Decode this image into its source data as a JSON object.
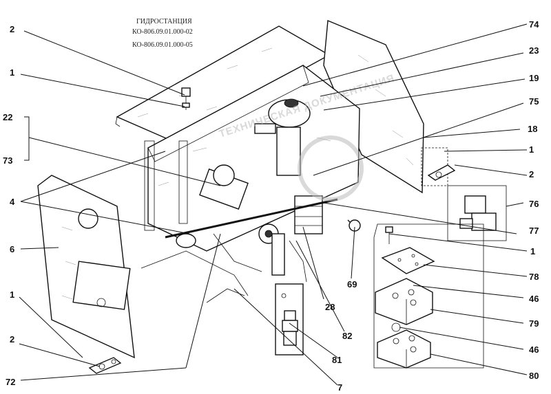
{
  "title": {
    "line1": "ГИДРОСТАНЦИЯ",
    "line2": "КО-806.09.01.000-02",
    "line3": "КО-806.09.01.000-05"
  },
  "watermark": {
    "text": "ТЕХНИЧЕСКАЯ ДОКУМЕНТАЦИЯ"
  },
  "callouts": [
    {
      "id": "c-2-top",
      "label": "2"
    },
    {
      "id": "c-1-top",
      "label": "1"
    },
    {
      "id": "c-22",
      "label": "22"
    },
    {
      "id": "c-73",
      "label": "73"
    },
    {
      "id": "c-4",
      "label": "4"
    },
    {
      "id": "c-6",
      "label": "6"
    },
    {
      "id": "c-1-left",
      "label": "1"
    },
    {
      "id": "c-2-left",
      "label": "2"
    },
    {
      "id": "c-72",
      "label": "72"
    },
    {
      "id": "c-7",
      "label": "7"
    },
    {
      "id": "c-81",
      "label": "81"
    },
    {
      "id": "c-82",
      "label": "82"
    },
    {
      "id": "c-28",
      "label": "28"
    },
    {
      "id": "c-69",
      "label": "69"
    },
    {
      "id": "c-74",
      "label": "74"
    },
    {
      "id": "c-23",
      "label": "23"
    },
    {
      "id": "c-19",
      "label": "19"
    },
    {
      "id": "c-75",
      "label": "75"
    },
    {
      "id": "c-18",
      "label": "18"
    },
    {
      "id": "c-1-right",
      "label": "1"
    },
    {
      "id": "c-2-right",
      "label": "2"
    },
    {
      "id": "c-76",
      "label": "76"
    },
    {
      "id": "c-77",
      "label": "77"
    },
    {
      "id": "c-1-right2",
      "label": "1"
    },
    {
      "id": "c-78",
      "label": "78"
    },
    {
      "id": "c-46-a",
      "label": "46"
    },
    {
      "id": "c-79",
      "label": "79"
    },
    {
      "id": "c-46-b",
      "label": "46"
    },
    {
      "id": "c-80",
      "label": "80"
    }
  ]
}
